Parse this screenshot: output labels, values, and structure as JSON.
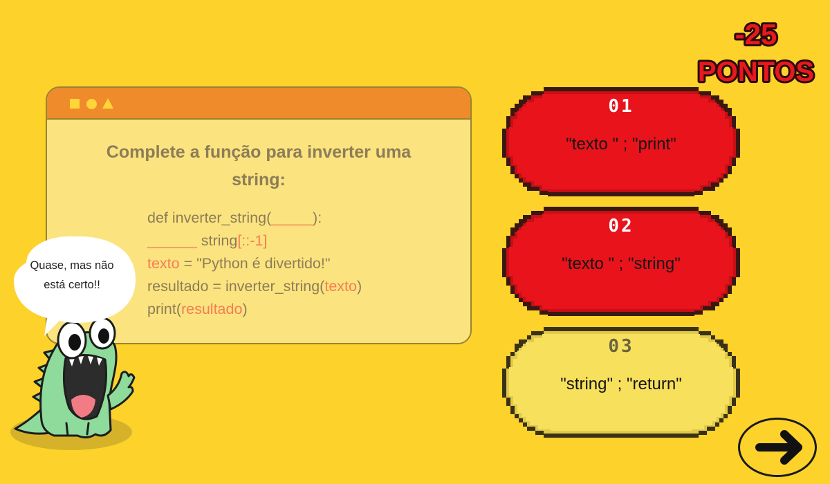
{
  "theme": {
    "background": "#FDD22B",
    "card_body": "#FBE37F",
    "card_titlebar": "#EF8B2A",
    "text": "#8C7D57",
    "highlight": "#F47D55"
  },
  "score": {
    "value": "-25",
    "label": "PONTOS",
    "color": "#E8191E"
  },
  "window": {
    "controls": [
      "square-icon",
      "circle-icon",
      "triangle-icon"
    ]
  },
  "question": {
    "prompt_lines": [
      "Complete a função para inverter uma",
      "string:"
    ],
    "code": [
      [
        {
          "text": "def inverter_string(",
          "highlight": false
        },
        {
          "text": "_____",
          "highlight": true
        },
        {
          "text": "):",
          "highlight": false
        }
      ],
      [
        {
          "text": "______",
          "highlight": true
        },
        {
          "text": " string",
          "highlight": false
        },
        {
          "text": "[::-1]",
          "highlight": true
        }
      ],
      [
        {
          "text": "texto",
          "highlight": true
        },
        {
          "text": " = \"Python é divertido!\"",
          "highlight": false
        }
      ],
      [
        {
          "text": "resultado = inverter_string(",
          "highlight": false
        },
        {
          "text": "texto",
          "highlight": true
        },
        {
          "text": ")",
          "highlight": false
        }
      ],
      [
        {
          "text": "print(",
          "highlight": false
        },
        {
          "text": "resultado",
          "highlight": true
        },
        {
          "text": ")",
          "highlight": false
        }
      ]
    ]
  },
  "mascot": {
    "icon": "dinosaur-icon",
    "speech_lines": [
      "Quase, mas não",
      "está certo!!"
    ]
  },
  "options": [
    {
      "number": "01",
      "text": "\"texto \" ; \"print\"",
      "fill": "#E8131B",
      "shade": "#C60F16",
      "outline": "#3A1812",
      "number_color": "#FFFFFF"
    },
    {
      "number": "02",
      "text": "\"texto \" ; \"string\"",
      "fill": "#E8131B",
      "shade": "#C60F16",
      "outline": "#3A1812",
      "number_color": "#FFFFFF"
    },
    {
      "number": "03",
      "text": "\"string\" ; \"return\"",
      "fill": "#F7E05C",
      "shade": "#E2C94A",
      "outline": "#3A3216",
      "number_color": "#6B6440"
    }
  ],
  "next_button": {
    "icon": "arrow-right-icon"
  }
}
